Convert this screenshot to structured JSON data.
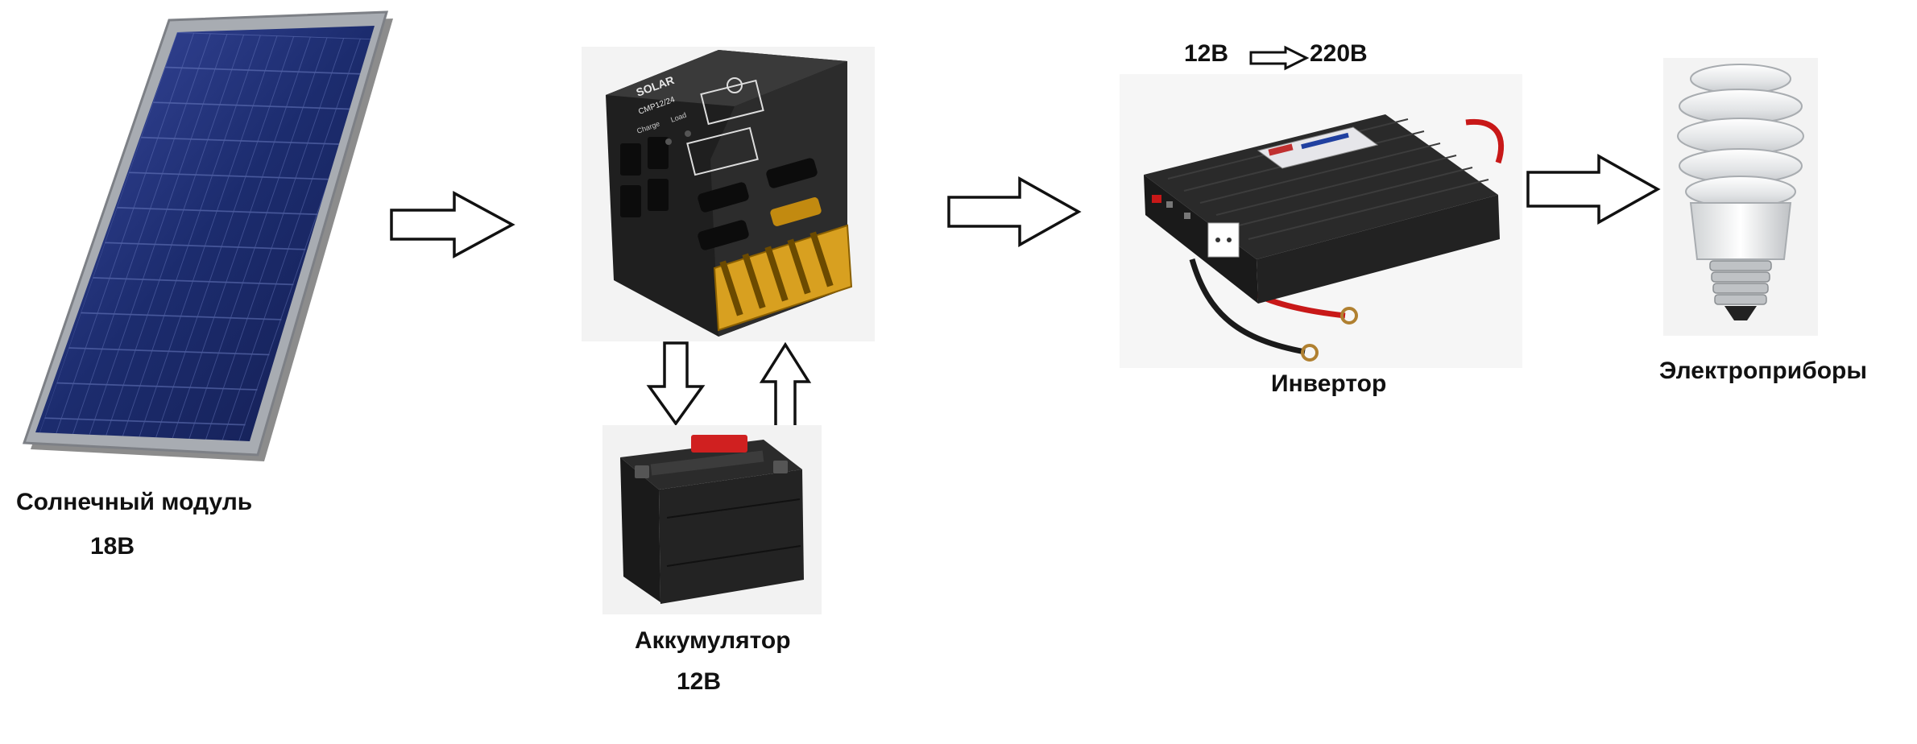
{
  "diagram": {
    "nodes": [
      {
        "id": "solar_panel",
        "label": "Солнечный модуль",
        "sublabel": "18В",
        "icon": "solar-panel-icon"
      },
      {
        "id": "charge_controller",
        "label": "",
        "sublabel": "",
        "icon": "charge-controller-icon",
        "device_text": {
          "brand": "SOLAR",
          "model": "CMP12/24",
          "charge": "Charge",
          "load": "Load"
        }
      },
      {
        "id": "battery",
        "label": "Аккумулятор",
        "sublabel": "12В",
        "icon": "battery-icon"
      },
      {
        "id": "inverter",
        "label": "Инвертор",
        "sublabel": "",
        "icon": "inverter-icon",
        "top_caption": {
          "from": "12В",
          "to": "220В"
        }
      },
      {
        "id": "appliances",
        "label": "Электроприборы",
        "sublabel": "",
        "icon": "cfl-bulb-icon"
      }
    ],
    "edges": [
      {
        "from": "solar_panel",
        "to": "charge_controller"
      },
      {
        "from": "charge_controller",
        "to": "battery"
      },
      {
        "from": "battery",
        "to": "charge_controller"
      },
      {
        "from": "charge_controller",
        "to": "inverter"
      },
      {
        "from": "inverter",
        "to": "appliances"
      }
    ]
  },
  "colors": {
    "panel_cell": "#1c2c6e",
    "panel_frame": "#9a9ea4",
    "device_body": "#2a2a2a",
    "terminal_amber": "#d8a020",
    "battery_red": "#d02020",
    "cable_red": "#c81818",
    "arrow_stroke": "#111111"
  }
}
